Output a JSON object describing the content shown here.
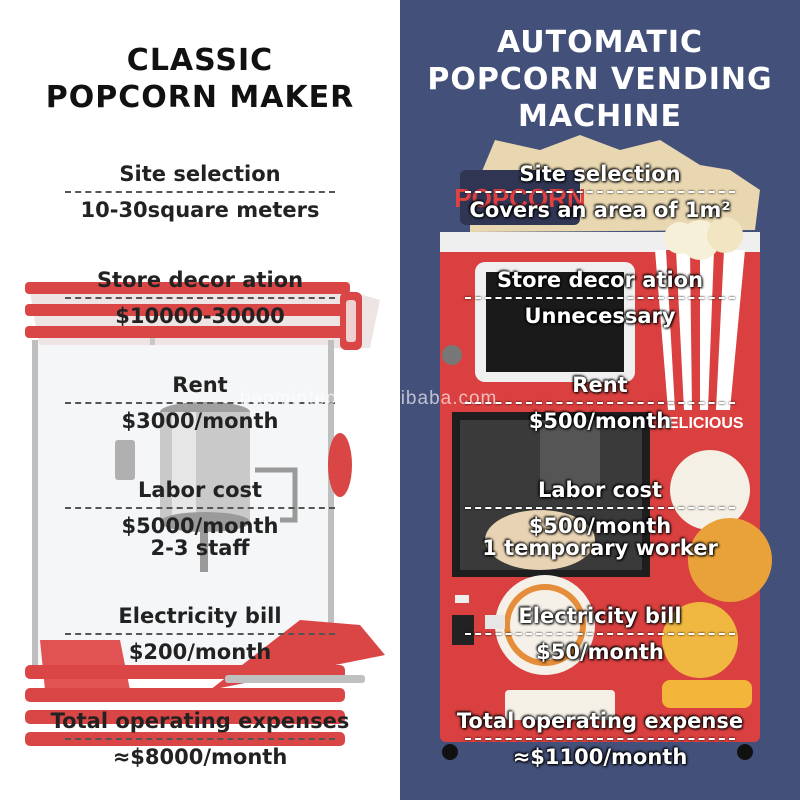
{
  "left": {
    "title_line1": "CLASSIC",
    "title_line2": "POPCORN MAKER",
    "rows": [
      {
        "label": "Site selection",
        "value": "10-30square meters"
      },
      {
        "label": "Store decor ation",
        "value": "$10000-30000"
      },
      {
        "label": "Rent",
        "value": "$3000/month"
      },
      {
        "label": "Labor cost",
        "value": "$5000/month",
        "value2": "2-3 staff"
      },
      {
        "label": "Electricity bill",
        "value": "$200/month"
      },
      {
        "label": "Total operating expenses",
        "value": "≈$8000/month"
      }
    ]
  },
  "right": {
    "title_line1": "AUTOMATIC",
    "title_line2": "POPCORN VENDING",
    "title_line3": "MACHINE",
    "rows": [
      {
        "label": "Site selection",
        "value": "Covers an area of 1m²"
      },
      {
        "label": "Store decor ation",
        "value": "Unnecessary"
      },
      {
        "label": "Rent",
        "value": "$500/month"
      },
      {
        "label": "Labor cost",
        "value": "$500/month",
        "value2": "1 temporary worker"
      },
      {
        "label": "Electricity bill",
        "value": "$50/month"
      },
      {
        "label": "Total operating expense",
        "value": "≈$1100/month"
      }
    ]
  },
  "watermark": "haomintech.en.alibaba.com",
  "machine_logo": "POPCORN",
  "machine_side_text": "DELICIOUS",
  "colors": {
    "left_bg": "#ffffff",
    "right_bg": "#43507a",
    "machine_red": "#d9403f"
  }
}
